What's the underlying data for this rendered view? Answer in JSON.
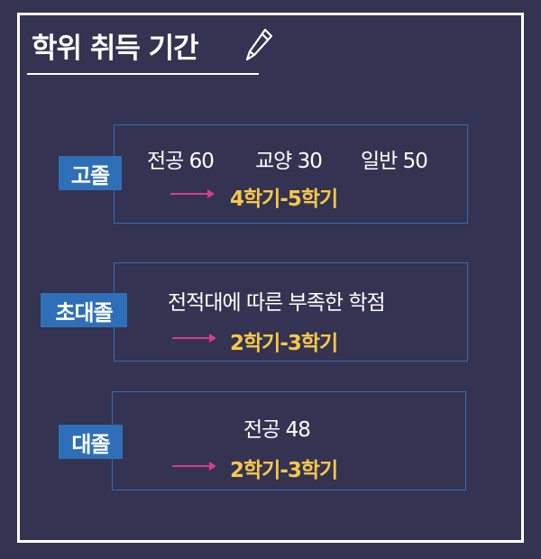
{
  "title": "학위 취득 기간",
  "icons": {
    "title_icon": "pencil-icon",
    "arrow_icon": "right-arrow-icon"
  },
  "colors": {
    "background": "#343351",
    "box_border": "#2f6fb8",
    "tag_background": "#2f6fb8",
    "arrow": "#d93a9a",
    "highlight": "#f6c84a"
  },
  "sections": [
    {
      "label": "고졸",
      "credits": [
        {
          "name": "전공",
          "value": "60"
        },
        {
          "name": "교양",
          "value": "30"
        },
        {
          "name": "일반",
          "value": "50"
        }
      ],
      "period": "4학기-5학기"
    },
    {
      "label": "초대졸",
      "description": "전적대에 따른 부족한 학점",
      "period": "2학기-3학기"
    },
    {
      "label": "대졸",
      "credits": [
        {
          "name": "전공",
          "value": "48"
        }
      ],
      "period": "2학기-3학기"
    }
  ]
}
